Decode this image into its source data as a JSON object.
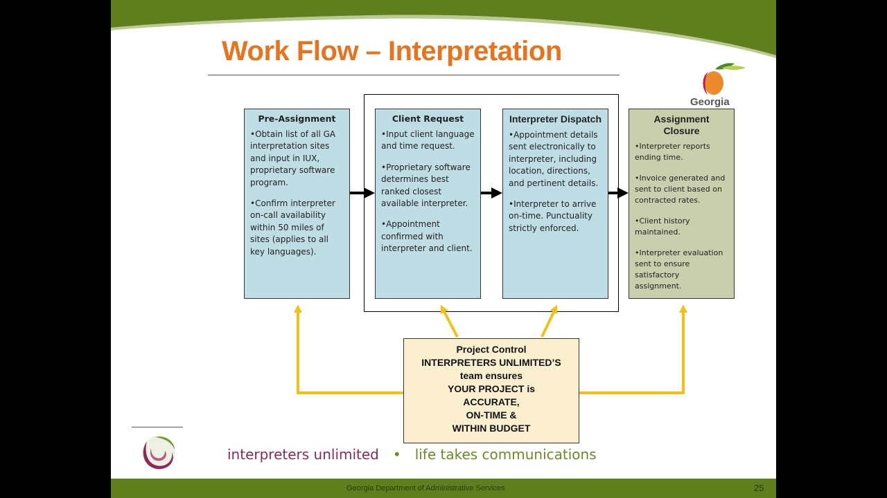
{
  "slide": {
    "title": "Work Flow – Interpretation",
    "logo_text": "Georgia",
    "colors": {
      "title": "#e8731e",
      "header_green": "#5f7f1f",
      "stage_blue": "#bfdde4",
      "stage_olive": "#c9cfac",
      "control_box": "#fcefcf",
      "arrow_yellow": "#f2c019"
    },
    "stages": [
      {
        "title": "Pre-Assignment",
        "bullets": [
          "•Obtain list of all GA interpretation sites and input in IUX, proprietary software program.",
          "•Confirm interpreter on-call availability within 50 miles of sites (applies to all key languages)."
        ]
      },
      {
        "title": "Client Request",
        "bullets": [
          "•Input client language and time request.",
          "•Proprietary software determines best ranked closest available interpreter.",
          "•Appointment confirmed with interpreter and client."
        ]
      },
      {
        "title": "Interpreter Dispatch",
        "bullets": [
          "•Appointment details sent electronically to interpreter, including location, directions, and pertinent details.",
          "•Interpreter to arrive on-time. Punctuality strictly enforced."
        ]
      },
      {
        "title": "Assignment Closure",
        "bullets": [
          "•Interpreter reports ending time.",
          "•Invoice generated and sent to client based on contracted rates.",
          "•Client history maintained.",
          "•Interpreter evaluation sent to ensure satisfactory assignment."
        ]
      }
    ],
    "control": {
      "lines": [
        "Project Control",
        "INTERPRETERS UNLIMITED’S",
        "team ensures",
        "YOUR PROJECT is",
        "ACCURATE,",
        "ON-TIME &",
        "WITHIN BUDGET"
      ]
    },
    "tagline": {
      "brand": "interpreters unlimited",
      "separator": "•",
      "slogan": "life takes communications"
    },
    "footer": {
      "text": "Georgia Department of Administrative Services",
      "page_number": "25"
    }
  }
}
